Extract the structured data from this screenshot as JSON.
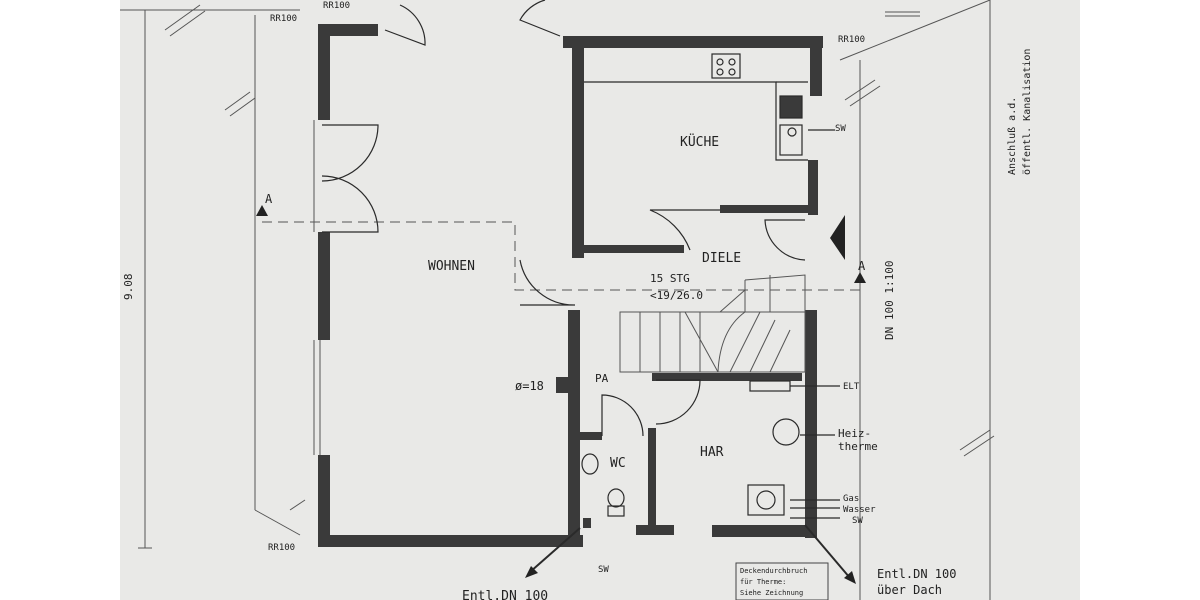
{
  "plan": {
    "labels": {
      "kitchen": "KÜCHE",
      "hall": "DIELE",
      "living": "WOHNEN",
      "wc": "WC",
      "utility": "HAR",
      "stairs_count": "15 STG",
      "stairs_ratio": "<19/26.0",
      "diameter": "ø=18",
      "pa": "PA",
      "elt": "ELT",
      "heater_line1": "Heiz-",
      "heater_line2": "therme",
      "gas": "Gas",
      "water": "Wasser",
      "sw_right": "SW",
      "sw_lower_right": "SW",
      "sw_bottom": "SW",
      "rr_top_left_1": "RR100",
      "rr_top_left_2": "RR100",
      "rr_top_right": "RR100",
      "rr_bottom_left": "RR100",
      "section_marker_left": "A",
      "section_marker_right": "A",
      "dimension_height": "9.08",
      "dn_label": "DN 100 1:100",
      "connection_line1": "Anschluß a.d.",
      "connection_line2": "öffentl. Kanalisation",
      "drain_left": "Entl.DN 100",
      "drain_right_line1": "Entl.DN 100",
      "drain_right_line2": "über Dach",
      "note_line1": "Deckendurchbruch",
      "note_line2": "für Therme:",
      "note_line3": "Siehe Zeichnung"
    }
  }
}
